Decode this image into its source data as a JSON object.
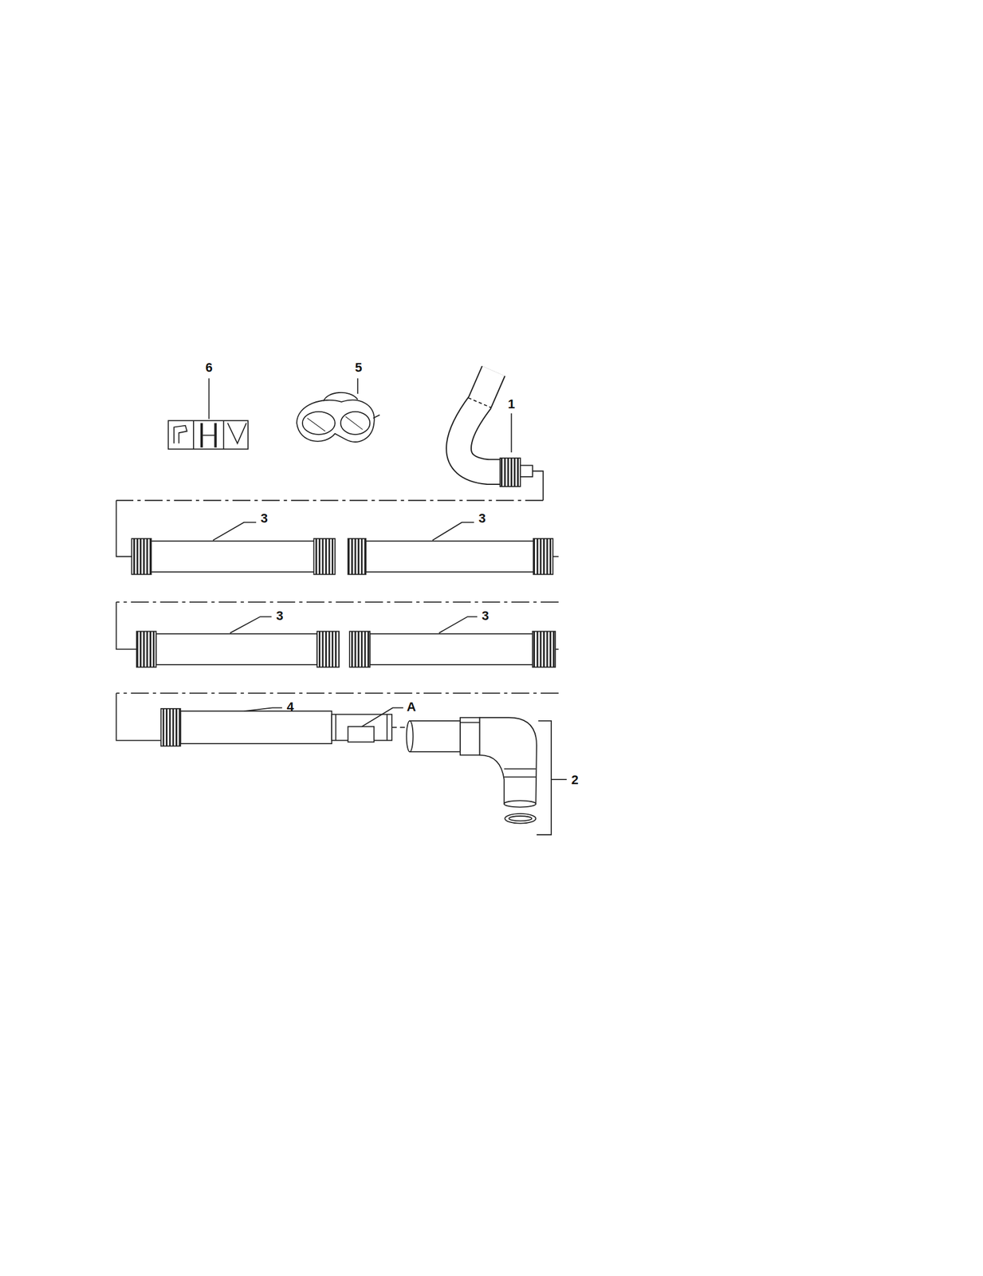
{
  "diagram": {
    "labels": [
      "6",
      "5",
      "1",
      "3",
      "3",
      "3",
      "3",
      "4",
      "A",
      "2"
    ]
  }
}
